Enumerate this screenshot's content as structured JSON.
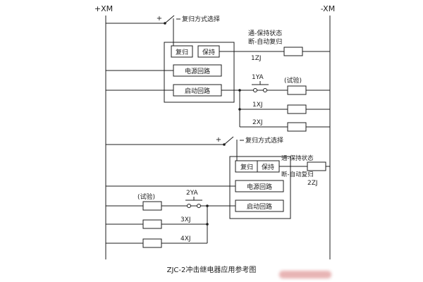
{
  "buses": {
    "left_label": "+XM",
    "right_label": "-XM"
  },
  "caption": "ZJC-2冲击继电器应用参考图",
  "unit1": {
    "plus": "+",
    "reset_mode_label": "复归方式选择",
    "reset_label": "复归",
    "hold_label": "保持",
    "power_label": "电源回路",
    "start_label": "启动回路",
    "state_on_label": "通-保持状态",
    "state_off_label": "断-自动复归",
    "coil_label": "1ZJ",
    "button_label": "1YA",
    "test_label": "(试验)",
    "branch_a_label": "1XJ",
    "branch_b_label": "2XJ"
  },
  "unit2": {
    "plus": "+",
    "reset_mode_label": "复归方式选择",
    "reset_label": "复归",
    "hold_label": "保持",
    "power_label": "电源回路",
    "start_label": "启动回路",
    "state_on_label": "通-保持状态",
    "state_off_label": "断-自动复归",
    "coil_label": "2ZJ",
    "button_label": "2YA",
    "test_label": "(试验)",
    "branch_a_label": "3XJ",
    "branch_b_label": "4XJ"
  }
}
